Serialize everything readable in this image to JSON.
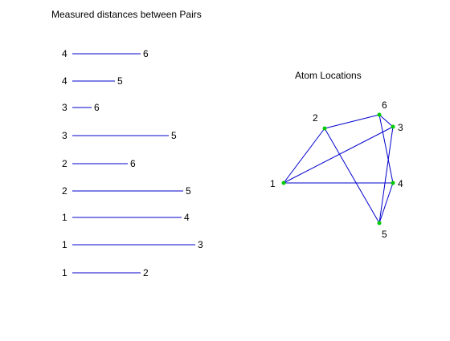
{
  "left_title": "Measured distances between Pairs",
  "right_title": "Atom Locations",
  "colors": {
    "line": "#0000cc",
    "node": "#00cc00",
    "text": "#000000",
    "background": "#ffffff"
  },
  "pairs": [
    {
      "a": "4",
      "b": "6"
    },
    {
      "a": "4",
      "b": "5"
    },
    {
      "a": "3",
      "b": "6"
    },
    {
      "a": "3",
      "b": "5"
    },
    {
      "a": "2",
      "b": "6"
    },
    {
      "a": "2",
      "b": "5"
    },
    {
      "a": "1",
      "b": "4"
    },
    {
      "a": "1",
      "b": "3"
    },
    {
      "a": "1",
      "b": "2"
    }
  ],
  "atoms": [
    {
      "id": "1"
    },
    {
      "id": "2"
    },
    {
      "id": "3"
    },
    {
      "id": "4"
    },
    {
      "id": "5"
    },
    {
      "id": "6"
    }
  ],
  "bonds": [
    [
      "1",
      "2"
    ],
    [
      "1",
      "3"
    ],
    [
      "1",
      "4"
    ],
    [
      "2",
      "5"
    ],
    [
      "2",
      "6"
    ],
    [
      "3",
      "5"
    ],
    [
      "3",
      "6"
    ],
    [
      "4",
      "5"
    ],
    [
      "4",
      "6"
    ]
  ]
}
